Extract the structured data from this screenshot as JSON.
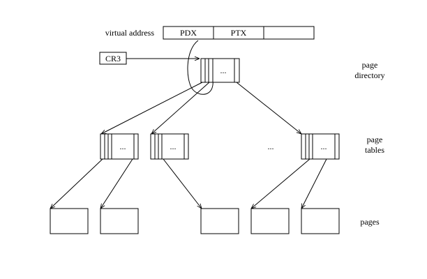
{
  "virtual_address": {
    "label": "virtual address",
    "fields": [
      "PDX",
      "PTX",
      ""
    ]
  },
  "cr3": {
    "label": "CR3"
  },
  "page_directory": {
    "label_line1": "page",
    "label_line2": "directory",
    "entries_glyph": "..."
  },
  "page_tables": {
    "label_line1": "page",
    "label_line2": "tables",
    "entries_glyph": "...",
    "between_glyph": "..."
  },
  "pages": {
    "label": "pages"
  }
}
